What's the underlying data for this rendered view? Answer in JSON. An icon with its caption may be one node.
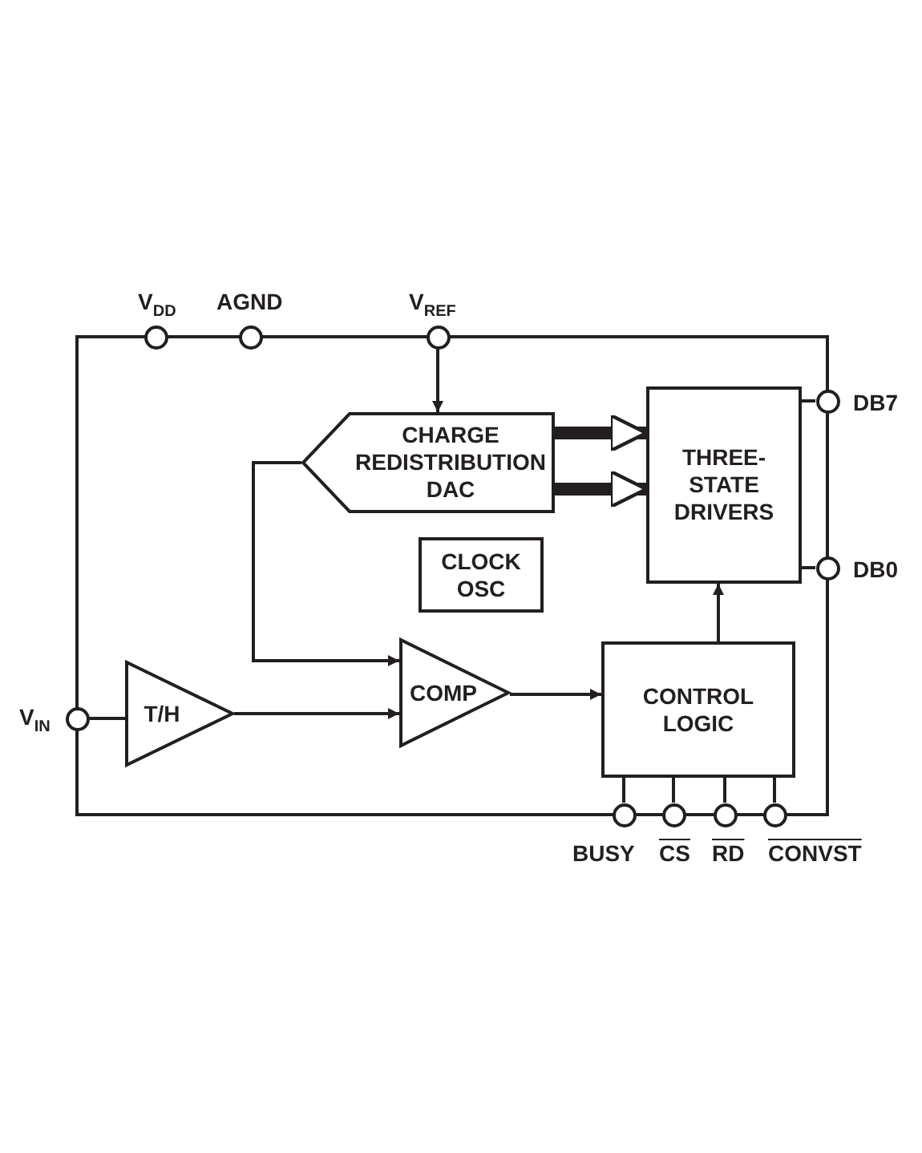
{
  "diagram": {
    "nodes": [
      {
        "text": [
          "V$_{DD}$"
        ]
      },
      {
        "text": [
          "AGND"
        ]
      },
      {
        "text": [
          "V$_{REF}$"
        ]
      },
      {
        "text": [
          "CHARGE REDISTRIBUTION DAC"
        ]
      },
      {
        "text": [
          "THREE-STATE DRIVERS"
        ]
      },
      {
        "text": [
          "DB7"
        ]
      },
      {
        "text": [
          "DB0"
        ]
      },
      {
        "text": [
          "CLOCK OSC"
        ]
      },
      {
        "text": [
          "V$_{IN}$"
        ]
      },
      {
        "text": [
          "T/H"
        ]
      },
      {
        "text": [
          "COMP"
        ]
      },
      {
        "text": [
          "CONTROL LOGIC"
        ]
      },
      {
        "text": [
          "BUSY"
        ]
      },
      {
        "text": [
          "CS"
        ]
      },
      {
        "text": [
          "RD"
        ]
      },
      {
        "text": [
          "CONVST"
        ]
      }
    ],
    "edges": [
      {
        "from": 2,
        "to": 3,
        "arrow": "to"
      },
      {
        "from": 3,
        "to": 10,
        "arrow": "to"
      },
      {
        "from": 3,
        "to": 4,
        "arrow": "to",
        "style": "thick"
      },
      {
        "from": 3,
        "to": 4,
        "arrow": "to",
        "style": "thick"
      },
      {
        "from": 8,
        "to": 9,
        "arrow": "none"
      },
      {
        "from": 9,
        "to": 10,
        "arrow": "to"
      },
      {
        "from": 10,
        "to": 11,
        "arrow": "to"
      },
      {
        "from": 11,
        "to": 4,
        "arrow": "to"
      },
      {
        "from": 4,
        "to": 5,
        "arrow": "none"
      },
      {
        "from": 4,
        "to": 6,
        "arrow": "none"
      },
      {
        "from": 11,
        "to": 12,
        "arrow": "none"
      },
      {
        "from": 11,
        "to": 13,
        "arrow": "none"
      },
      {
        "from": 11,
        "to": 14,
        "arrow": "none"
      },
      {
        "from": 11,
        "to": 15,
        "arrow": "none"
      }
    ]
  }
}
